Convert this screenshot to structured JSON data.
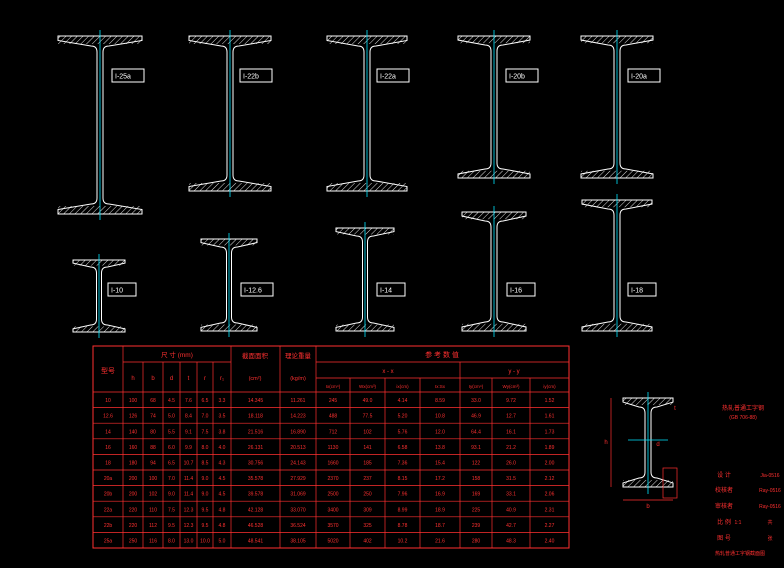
{
  "beams": [
    {
      "label": "I-25a"
    },
    {
      "label": "I-22b"
    },
    {
      "label": "I-22a"
    },
    {
      "label": "I-20b"
    },
    {
      "label": "I-20a"
    },
    {
      "label": "I-10"
    },
    {
      "label": "I-12.6"
    },
    {
      "label": "I-14"
    },
    {
      "label": "I-16"
    },
    {
      "label": "I-18"
    }
  ],
  "table": {
    "header_model": "型号",
    "header_dims": "尺 寸 (mm)",
    "header_area": "截面面积",
    "header_area_unit": "(cm²)",
    "header_weight": "理论重量",
    "header_weight_unit": "(kg/m)",
    "header_ref": "参 考 数 值",
    "header_xx": "x - x",
    "header_yy": "y - y",
    "dim_cols": [
      "h",
      "b",
      "d",
      "t",
      "r",
      "r₁"
    ],
    "xx_cols": [
      "Ix(cm⁴)",
      "Wx(cm³)",
      "ix(cm)",
      "Ix:Sx"
    ],
    "yy_cols": [
      "Iy(cm⁴)",
      "Wy(cm³)",
      "iy(cm)"
    ],
    "rows": [
      [
        "10",
        "100",
        "68",
        "4.5",
        "7.6",
        "6.5",
        "3.3",
        "14.345",
        "11.261",
        "245",
        "49.0",
        "4.14",
        "8.59",
        "33.0",
        "9.72",
        "1.52"
      ],
      [
        "12.6",
        "126",
        "74",
        "5.0",
        "8.4",
        "7.0",
        "3.5",
        "18.118",
        "14.223",
        "488",
        "77.5",
        "5.20",
        "10.8",
        "46.9",
        "12.7",
        "1.61"
      ],
      [
        "14",
        "140",
        "80",
        "5.5",
        "9.1",
        "7.5",
        "3.8",
        "21.516",
        "16.890",
        "712",
        "102",
        "5.76",
        "12.0",
        "64.4",
        "16.1",
        "1.73"
      ],
      [
        "16",
        "160",
        "88",
        "6.0",
        "9.9",
        "8.0",
        "4.0",
        "26.131",
        "20.513",
        "1130",
        "141",
        "6.58",
        "13.8",
        "93.1",
        "21.2",
        "1.89"
      ],
      [
        "18",
        "180",
        "94",
        "6.5",
        "10.7",
        "8.5",
        "4.3",
        "30.756",
        "24.143",
        "1660",
        "185",
        "7.36",
        "15.4",
        "122",
        "26.0",
        "2.00"
      ],
      [
        "20a",
        "200",
        "100",
        "7.0",
        "11.4",
        "9.0",
        "4.5",
        "35.578",
        "27.929",
        "2370",
        "237",
        "8.15",
        "17.2",
        "158",
        "31.5",
        "2.12"
      ],
      [
        "20b",
        "200",
        "102",
        "9.0",
        "11.4",
        "9.0",
        "4.5",
        "39.578",
        "31.069",
        "2500",
        "250",
        "7.96",
        "16.9",
        "169",
        "33.1",
        "2.06"
      ],
      [
        "22a",
        "220",
        "110",
        "7.5",
        "12.3",
        "9.5",
        "4.8",
        "42.128",
        "33.070",
        "3400",
        "309",
        "8.99",
        "18.9",
        "225",
        "40.9",
        "2.31"
      ],
      [
        "22b",
        "220",
        "112",
        "9.5",
        "12.3",
        "9.5",
        "4.8",
        "46.528",
        "36.524",
        "3570",
        "325",
        "8.78",
        "18.7",
        "239",
        "42.7",
        "2.27"
      ],
      [
        "25a",
        "250",
        "116",
        "8.0",
        "13.0",
        "10.0",
        "5.0",
        "48.541",
        "38.105",
        "5020",
        "402",
        "10.2",
        "21.6",
        "280",
        "48.3",
        "2.40"
      ]
    ]
  },
  "detail": {
    "callout_title": "热轧普通工字钢",
    "callout_sub": "(GB 706-88)",
    "dim_h": "h",
    "dim_b": "b",
    "dim_d": "d",
    "dim_t": "t"
  },
  "title_block": {
    "rows": [
      [
        "设 计",
        "",
        "Jia-0516"
      ],
      [
        "校核者",
        "",
        "Ray-0516"
      ],
      [
        "审核者",
        "",
        "Ray-0516"
      ],
      [
        "比 例",
        "1:1",
        "共"
      ],
      [
        "图 号",
        "",
        "张"
      ]
    ],
    "footer": "热轧普通工字钢截面图"
  },
  "colors": {
    "background": "#000000",
    "outline": "#ffffff",
    "centerline": "#00e5ff",
    "table": "#ff3030"
  }
}
